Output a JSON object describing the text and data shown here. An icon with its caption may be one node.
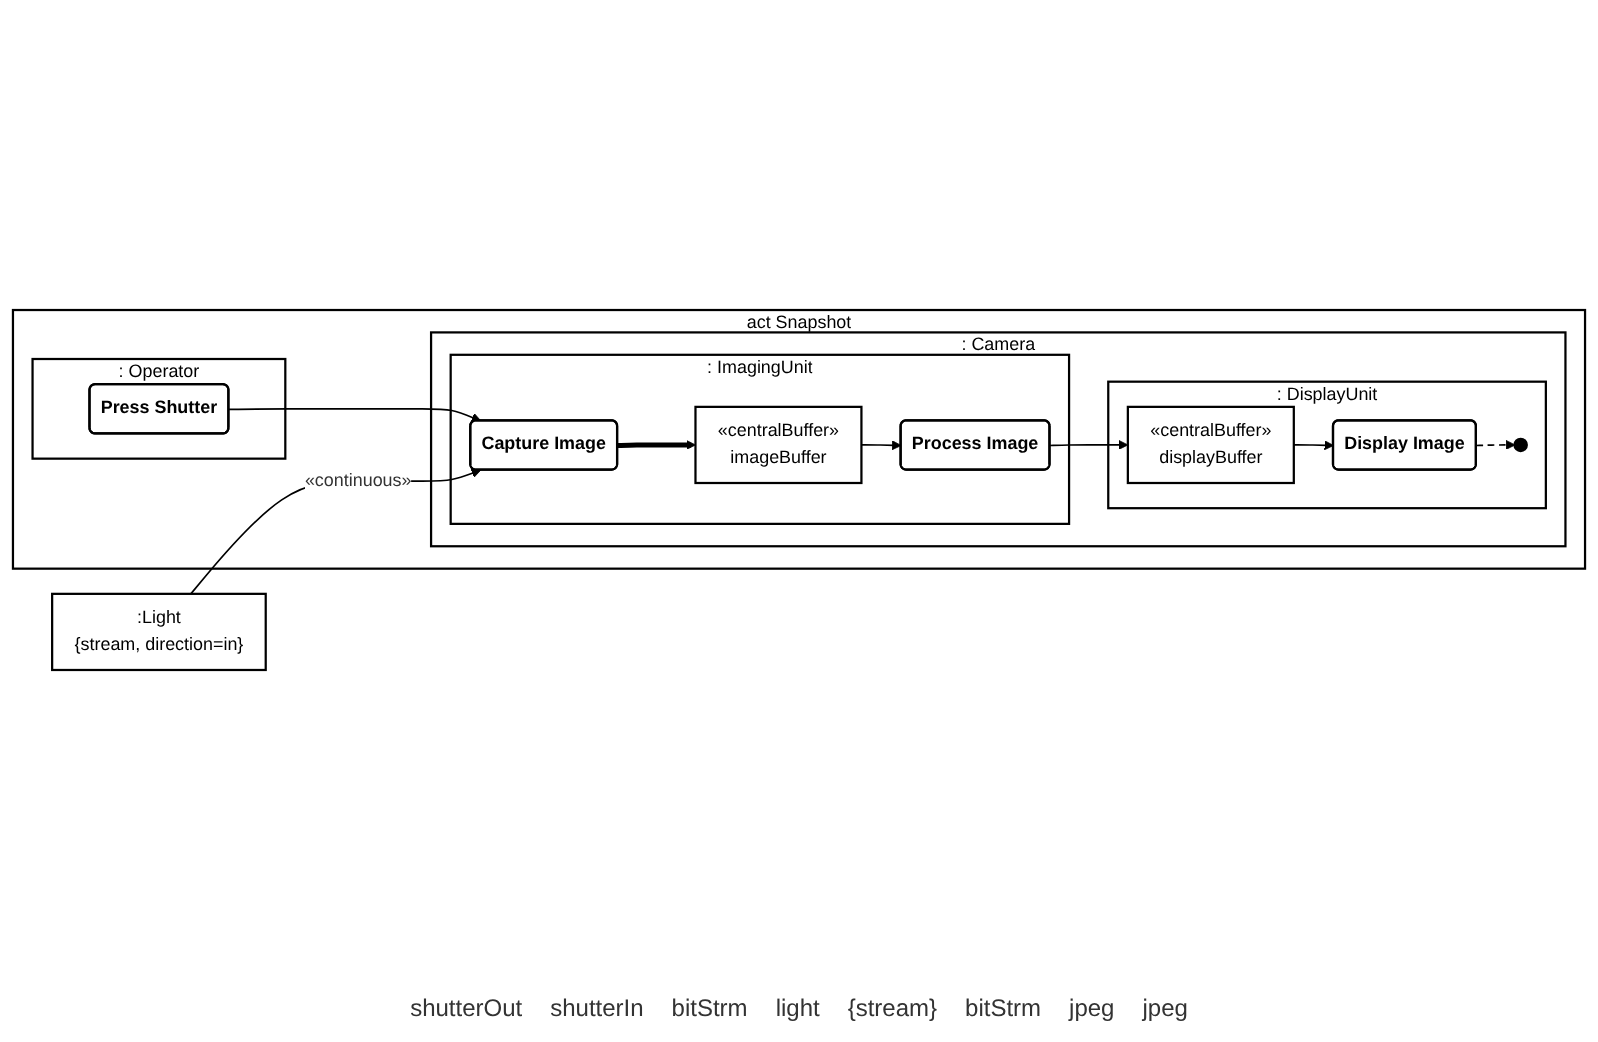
{
  "diagram": {
    "nodes": [
      {
        "text": [
          "act Snapshot"
        ]
      },
      {
        "text": [
          ": Operator"
        ],
        "in": 0
      },
      {
        "text": [
          "Press Shutter"
        ],
        "in": 1
      },
      {
        "text": [
          ": Camera"
        ],
        "in": 0
      },
      {
        "text": [
          ": ImagingUnit"
        ],
        "in": 3
      },
      {
        "text": [
          "Capture Image"
        ],
        "in": 4
      },
      {
        "text": [
          "«centralBuffer»",
          "imageBuffer"
        ],
        "in": 4
      },
      {
        "text": [
          "Process Image"
        ],
        "in": 4
      },
      {
        "text": [
          ": DisplayUnit"
        ],
        "in": 3
      },
      {
        "text": [
          "«centralBuffer»",
          "displayBuffer"
        ],
        "in": 8
      },
      {
        "text": [
          "Display Image"
        ],
        "in": 8
      },
      {
        "text": [],
        "shape": "circle",
        "in": 8
      },
      {
        "text": [
          ":Light",
          "{stream, direction=in}"
        ]
      }
    ],
    "edges": [
      {
        "from": 2,
        "to": 5,
        "arrow": "to"
      },
      {
        "from": 12,
        "to": 5,
        "arrow": "to",
        "label": "«continuous»"
      },
      {
        "from": 5,
        "to": 6,
        "arrow": "to",
        "style": "thick"
      },
      {
        "from": 6,
        "to": 7,
        "arrow": "to"
      },
      {
        "from": 7,
        "to": 9,
        "arrow": "to"
      },
      {
        "from": 9,
        "to": 10,
        "arrow": "to"
      },
      {
        "from": 10,
        "to": 11,
        "arrow": "to",
        "style": "dashed"
      }
    ],
    "labels": [
      "shutterOut",
      "shutterIn",
      "bitStrm",
      "light",
      "{stream}",
      "bitStrm",
      "jpeg",
      "jpeg"
    ]
  }
}
